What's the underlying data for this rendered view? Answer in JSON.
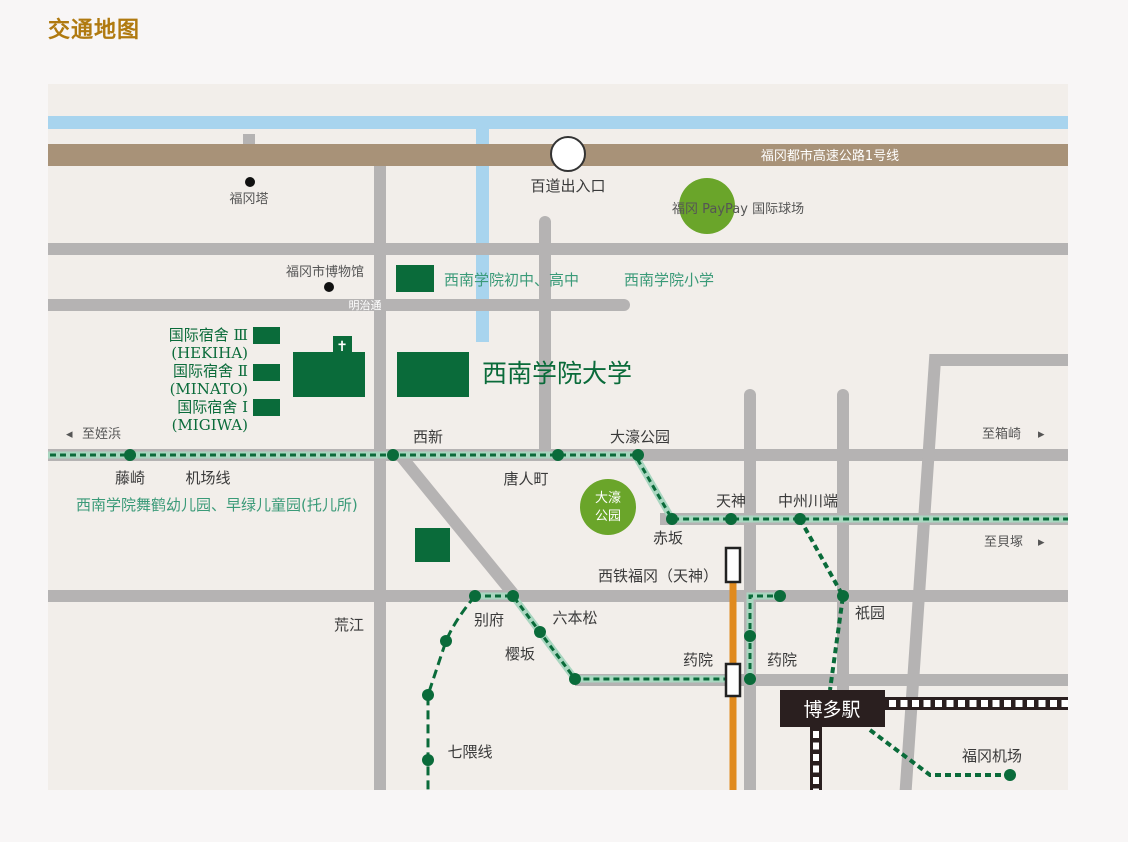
{
  "page_title": "交通地图",
  "colors": {
    "title": "#b07a10",
    "river": "#a8d4ee",
    "expressway": "#a89278",
    "road": "#b5b3b3",
    "campus": "#0a6b3a",
    "park": "#6aa52a",
    "subway": "#0a6b3a",
    "nishitetsu": "#e08a1e",
    "jr": "#2a1f1f"
  },
  "map": {
    "expressway": "福冈都市高速公路1号线",
    "interchange": "百道出入口",
    "road_label": "明治通",
    "landmarks": {
      "tower": "福冈塔",
      "museum": "福冈市博物馆",
      "stadium": "福冈 PayPay 国际球场",
      "park": "大濠公园"
    },
    "campus": {
      "university": "西南学院大学",
      "junior_senior_high": "西南学院初中、高中",
      "elementary": "西南学院小学",
      "kindergarten": "西南学院舞鹤幼儿园、早绿儿童园(托儿所)",
      "dorms": [
        {
          "name": "国际宿舍 Ⅲ",
          "en": "(HEKIHA)"
        },
        {
          "name": "国际宿舍 Ⅱ",
          "en": "(MINATO)"
        },
        {
          "name": "国际宿舍 Ⅰ",
          "en": "(MIGIWA)"
        }
      ]
    },
    "directions": {
      "west": "至姪浜",
      "east_top": "至箱崎",
      "east_bottom": "至貝塚"
    },
    "lines": {
      "airport": "机场线",
      "nanakuma": "七隈线"
    },
    "stations": [
      "藤崎",
      "西新",
      "唐人町",
      "大濠公园",
      "赤坂",
      "天神",
      "中州川端",
      "西铁福冈（天神）",
      "祇园",
      "别府",
      "六本松",
      "樱坂",
      "药院",
      "药院",
      "荒江",
      "博多駅",
      "福冈机场"
    ]
  }
}
